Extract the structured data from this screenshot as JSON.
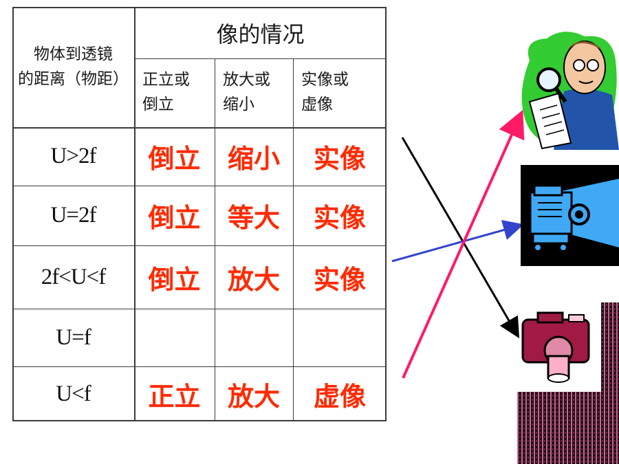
{
  "table": {
    "header": {
      "object_distance_line1": "物体到透镜",
      "object_distance_line2": "的距离（物距）",
      "image_title": "像的情况",
      "sub": [
        {
          "line1": "正立或",
          "line2": "倒立"
        },
        {
          "line1": "放大或",
          "line2": "缩小"
        },
        {
          "line1": "实像或",
          "line2": "虚像"
        }
      ]
    },
    "rows": [
      {
        "label": "U>2f",
        "orientation": "倒立",
        "size": "缩小",
        "kind": "实像"
      },
      {
        "label": "U=2f",
        "orientation": "倒立",
        "size": "等大",
        "kind": "实像"
      },
      {
        "label": "2f<U<f",
        "orientation": "倒立",
        "size": "放大",
        "kind": "实像"
      },
      {
        "label": "U=f",
        "orientation": "",
        "size": "",
        "kind": ""
      },
      {
        "label": "U<f",
        "orientation": "正立",
        "size": "放大",
        "kind": "虚像"
      }
    ]
  },
  "colors": {
    "value_text": "#ff2a00",
    "grid": "#3a3a3a",
    "arrow_magenta": "#ff1a66",
    "arrow_blue": "#3344cc",
    "arrow_black": "#000000"
  },
  "icons": {
    "magnifier_person": "magnifier-reader-icon",
    "projector": "projector-icon",
    "camera": "camera-icon"
  }
}
